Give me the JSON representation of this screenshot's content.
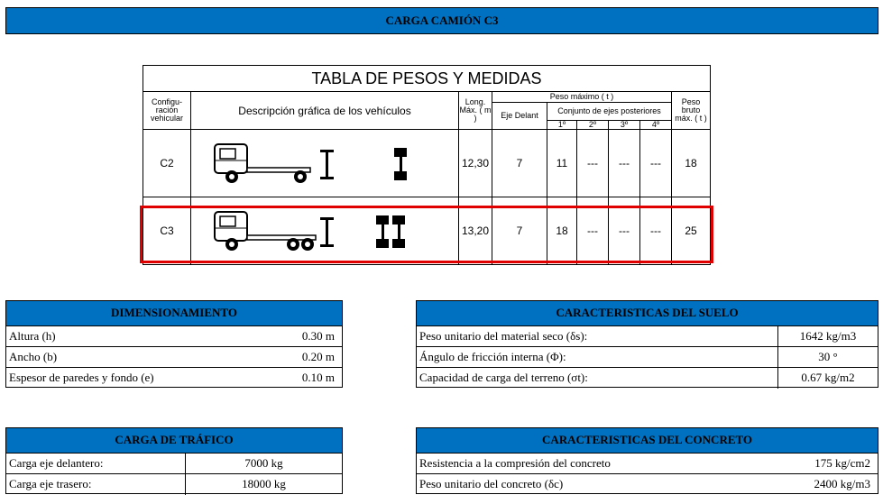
{
  "header": {
    "title": "CARGA CAMIÓN C3"
  },
  "weights_table": {
    "title": "TABLA DE PESOS Y MEDIDAS",
    "col_config": "Configu-ración vehicular",
    "col_desc": "Descripción gráfica de los vehículos",
    "col_long": "Long. Máx. ( m )",
    "col_peso_max": "Peso máximo ( t )",
    "col_eje_delant": "Eje Delant",
    "col_conjunto": "Conjunto de ejes posteriores",
    "axles": [
      "1º",
      "2º",
      "3º",
      "4º"
    ],
    "col_peso_bruto": "Peso bruto máx. ( t )",
    "rows": [
      {
        "config": "C2",
        "long": "12,30",
        "eje": "7",
        "a1": "11",
        "a2": "---",
        "a3": "---",
        "a4": "---",
        "bruto": "18"
      },
      {
        "config": "C3",
        "long": "13,20",
        "eje": "7",
        "a1": "18",
        "a2": "---",
        "a3": "---",
        "a4": "---",
        "bruto": "25"
      }
    ]
  },
  "dimensionamiento": {
    "title": "DIMENSIONAMIENTO",
    "rows": [
      {
        "label": "Altura (h)",
        "value": "0.30 m"
      },
      {
        "label": "Ancho (b)",
        "value": "0.20 m"
      },
      {
        "label": "Espesor de paredes y fondo (e)",
        "value": "0.10 m"
      }
    ]
  },
  "suelo": {
    "title": "CARACTERISTICAS DEL SUELO",
    "rows": [
      {
        "label": "Peso unitario del material seco (δs):",
        "value": "1642 kg/m3"
      },
      {
        "label": "Ángulo de fricción interna (Φ):",
        "value": "30 °"
      },
      {
        "label": "Capacidad de carga del terreno (σt):",
        "value": "0.67 kg/m2"
      }
    ]
  },
  "trafico": {
    "title": "CARGA DE TRÁFICO",
    "rows": [
      {
        "label": "Carga eje delantero:",
        "value": "7000 kg"
      },
      {
        "label": "Carga eje trasero:",
        "value": "18000 kg"
      }
    ]
  },
  "concreto": {
    "title": "CARACTERISTICAS DEL CONCRETO",
    "rows": [
      {
        "label": "Resistencia a la compresión del concreto",
        "value": "175 kg/cm2"
      },
      {
        "label": "Peso unitario del concreto (δc)",
        "value": "2400 kg/m3"
      }
    ]
  }
}
